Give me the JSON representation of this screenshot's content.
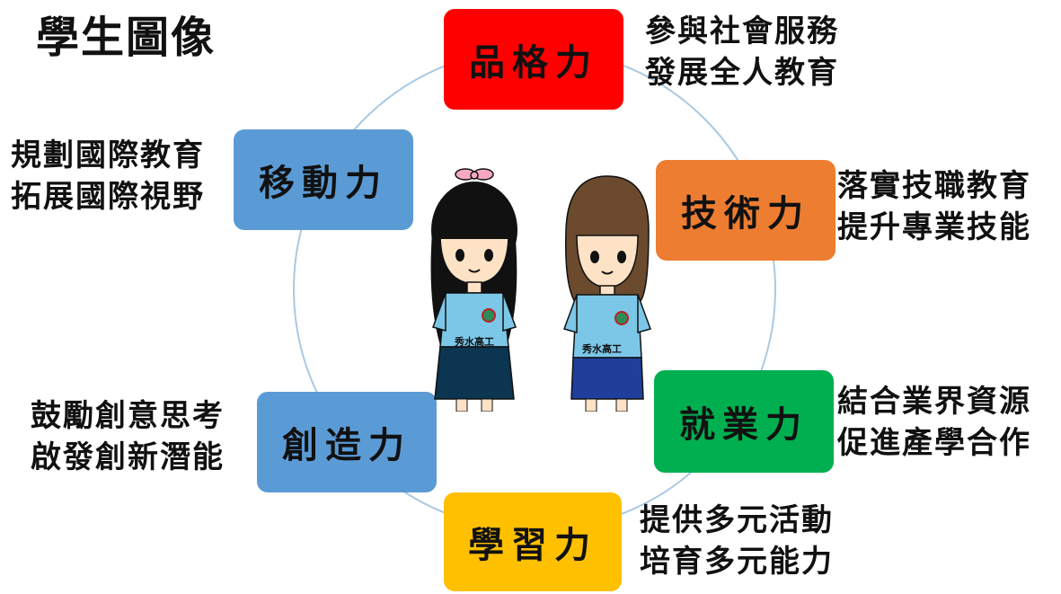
{
  "title": "學生圖像",
  "center_badge": "秀水高工",
  "nodes": [
    {
      "key": "character",
      "label": "品格力",
      "color": "#ff0000",
      "desc": [
        "參與社會服務",
        "發展全人教育"
      ]
    },
    {
      "key": "technical",
      "label": "技術力",
      "color": "#ed7d31",
      "desc": [
        "落實技職教育",
        "提升專業技能"
      ]
    },
    {
      "key": "employment",
      "label": "就業力",
      "color": "#00b050",
      "desc": [
        "結合業界資源",
        "促進產學合作"
      ]
    },
    {
      "key": "learning",
      "label": "學習力",
      "color": "#ffc000",
      "desc": [
        "提供多元活動",
        "培育多元能力"
      ]
    },
    {
      "key": "creativity",
      "label": "創造力",
      "color": "#5b9bd5",
      "desc": [
        "鼓勵創意思考",
        "啟發創新潛能"
      ]
    },
    {
      "key": "mobility",
      "label": "移動力",
      "color": "#5b9bd5",
      "desc": [
        "規劃國際教育",
        "拓展國際視野"
      ]
    }
  ]
}
